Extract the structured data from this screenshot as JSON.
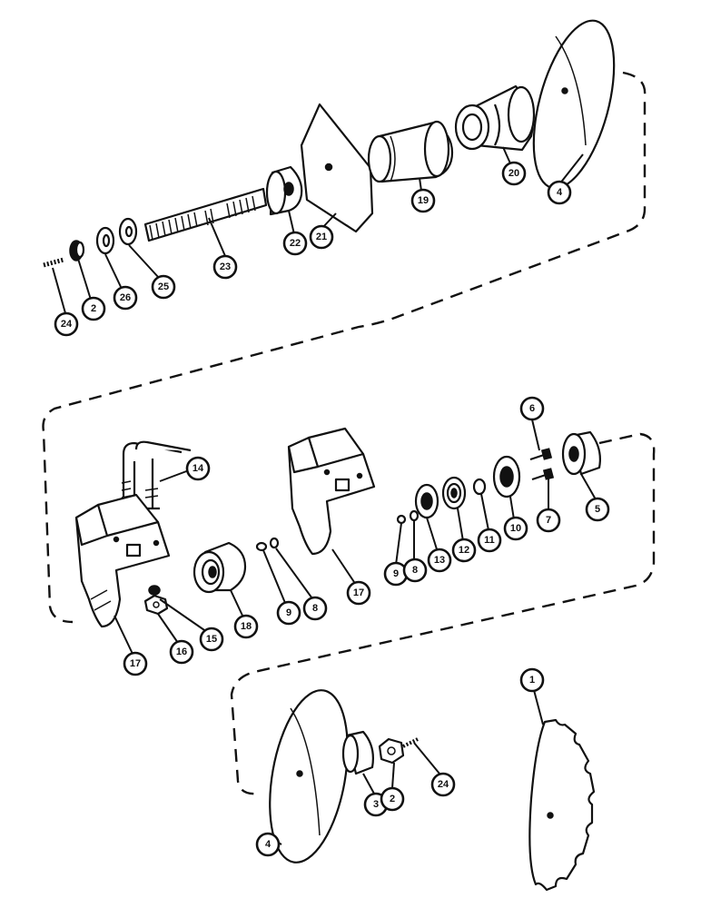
{
  "callouts": [
    {
      "id": "c24a",
      "label": "24"
    },
    {
      "id": "c2a",
      "label": "2"
    },
    {
      "id": "c26",
      "label": "26"
    },
    {
      "id": "c25",
      "label": "25"
    },
    {
      "id": "c23",
      "label": "23"
    },
    {
      "id": "c22",
      "label": "22"
    },
    {
      "id": "c21",
      "label": "21"
    },
    {
      "id": "c19",
      "label": "19"
    },
    {
      "id": "c20",
      "label": "20"
    },
    {
      "id": "c4a",
      "label": "4"
    },
    {
      "id": "c14",
      "label": "14"
    },
    {
      "id": "c17a",
      "label": "17"
    },
    {
      "id": "c15",
      "label": "15"
    },
    {
      "id": "c16",
      "label": "16"
    },
    {
      "id": "c18",
      "label": "18"
    },
    {
      "id": "c9a",
      "label": "9"
    },
    {
      "id": "c8a",
      "label": "8"
    },
    {
      "id": "c17b",
      "label": "17"
    },
    {
      "id": "c9b",
      "label": "9"
    },
    {
      "id": "c8b",
      "label": "8"
    },
    {
      "id": "c13",
      "label": "13"
    },
    {
      "id": "c12",
      "label": "12"
    },
    {
      "id": "c11",
      "label": "11"
    },
    {
      "id": "c10",
      "label": "10"
    },
    {
      "id": "c6",
      "label": "6"
    },
    {
      "id": "c7",
      "label": "7"
    },
    {
      "id": "c5",
      "label": "5"
    },
    {
      "id": "c1",
      "label": "1"
    },
    {
      "id": "c4b",
      "label": "4"
    },
    {
      "id": "c3",
      "label": "3"
    },
    {
      "id": "c2b",
      "label": "2"
    },
    {
      "id": "c24b",
      "label": "24"
    }
  ]
}
